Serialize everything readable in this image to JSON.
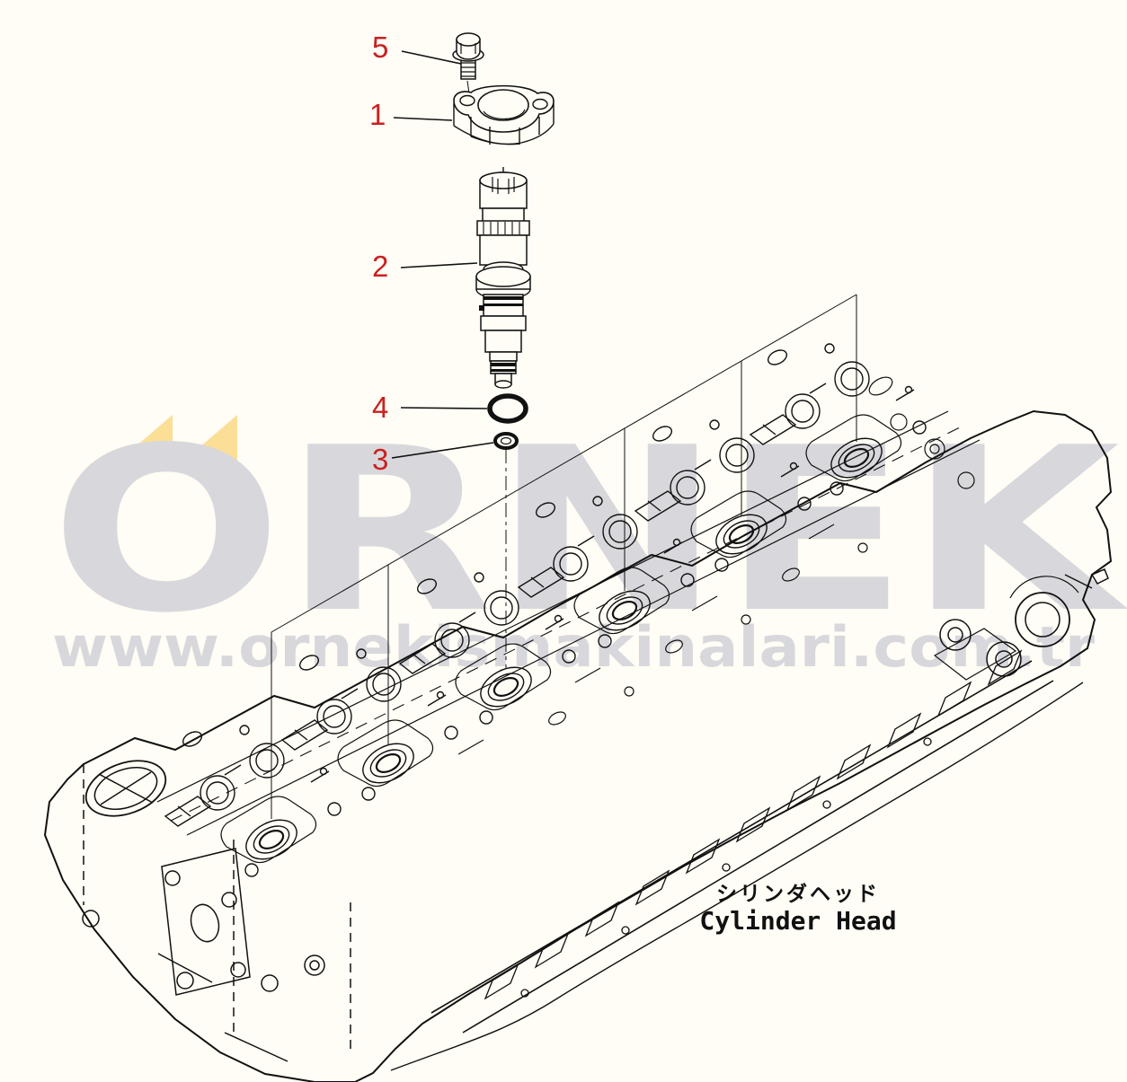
{
  "page": {
    "background": "#fffdf5",
    "line_color": "#111111"
  },
  "watermark": {
    "brand": "ÖRNEK",
    "brand_base": "ORNEK",
    "url": "www.ornekismakinalari.com.tr",
    "text_color": "#d8d8dc",
    "accent_color": "#fbdf97"
  },
  "diagram": {
    "callout_color": "#c92121",
    "callouts": [
      {
        "number": "5",
        "part": "mounting-bolt"
      },
      {
        "number": "1",
        "part": "injector-hold-down-clamp"
      },
      {
        "number": "2",
        "part": "fuel-injector"
      },
      {
        "number": "4",
        "part": "o-ring-large"
      },
      {
        "number": "3",
        "part": "o-ring-small"
      }
    ],
    "label": {
      "jp": "シリンダヘッド",
      "en": "Cylinder Head"
    }
  }
}
